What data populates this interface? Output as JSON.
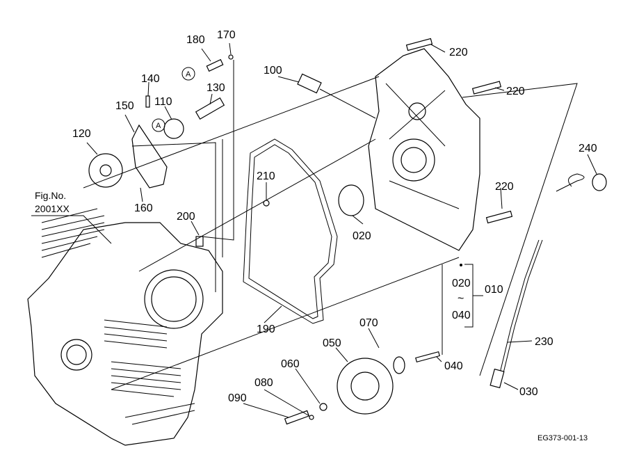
{
  "diagram": {
    "figure_ref": {
      "line1": "Fig.No.",
      "line2": "2001XX"
    },
    "drawing_code": "EG373-001-13",
    "callouts": {
      "p180": "180",
      "p170": "170",
      "p220a": "220",
      "p100": "100",
      "p220b": "220",
      "p140": "140",
      "p110": "110",
      "p130": "130",
      "p150": "150",
      "p120": "120",
      "p210": "210",
      "p240": "240",
      "p220c": "220",
      "p160": "160",
      "p200": "200",
      "p020a": "020",
      "p020b": "020",
      "tilde": "~",
      "p040a": "040",
      "p010": "010",
      "p190": "190",
      "p070": "070",
      "p050": "050",
      "p060": "060",
      "p080": "080",
      "p090": "090",
      "p040b": "040",
      "p230": "230",
      "p030": "030"
    },
    "markers": {
      "a1": "A",
      "a2": "A"
    }
  }
}
